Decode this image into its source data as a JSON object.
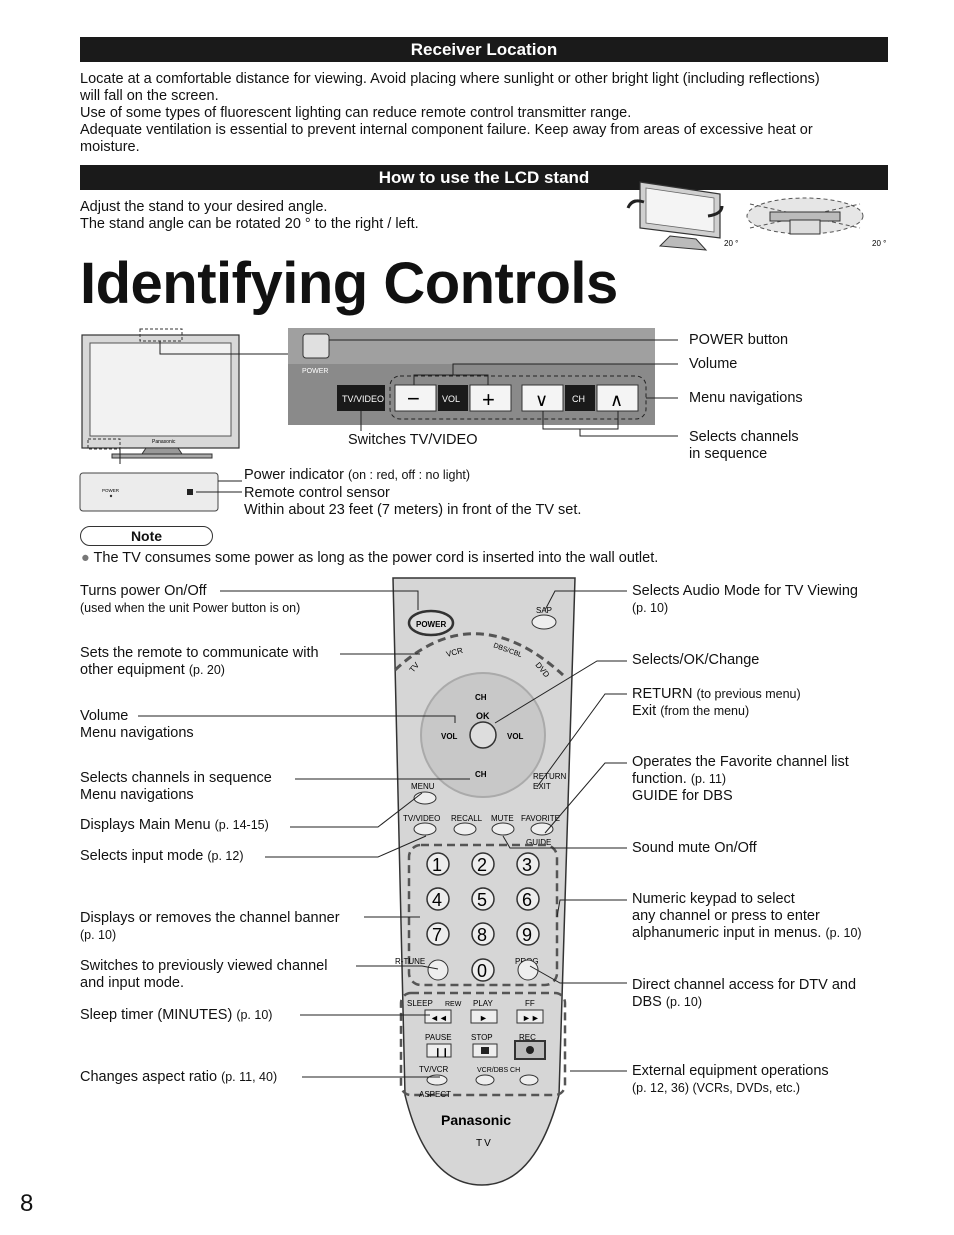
{
  "receiver": {
    "heading": "Receiver Location",
    "lines": [
      "Locate at a comfortable distance for viewing. Avoid placing where sunlight or other bright light (including reflections)",
      "will fall on the screen.",
      "Use of some types of fluorescent lighting can reduce remote control transmitter range.",
      "Adequate ventilation is essential to prevent internal component failure. Keep away from areas of excessive heat or",
      "moisture."
    ]
  },
  "stand": {
    "heading": "How to use the LCD stand",
    "line1": "Adjust the stand to your desired angle.",
    "line2": "The stand angle can be rotated 20 ° to the right / left.",
    "angle_left": "20 °",
    "angle_right": "20 °"
  },
  "page_title": "Identifying Controls",
  "panel": {
    "power_label": "POWER",
    "tvvideo_label": "TV/VIDEO",
    "vol_label": "VOL",
    "ch_label": "CH",
    "power_button": "POWER button",
    "volume": "Volume",
    "menu_nav": "Menu navigations",
    "switches_tvvideo": "Switches TV/VIDEO",
    "selects_channels_1": "Selects channels",
    "selects_channels_2": "in sequence",
    "power_indicator": "Power indicator",
    "power_indicator_note": "(on : red, off : no light)",
    "remote_sensor": "Remote control sensor",
    "remote_sensor_note": "Within about 23 feet (7 meters) in front of the TV set.",
    "front_power_label": "POWER",
    "tv_brand": "Panasonic"
  },
  "note": {
    "label": "Note",
    "text": "The TV consumes some power as long as the power cord is inserted into the wall outlet."
  },
  "remote_labels": {
    "power_1": "Turns power On/Off",
    "power_2": "(used when the unit Power button is on)",
    "sets_1": "Sets the remote to communicate with",
    "sets_2": "other equipment",
    "sets_ref": "(p. 20)",
    "volume_1": "Volume",
    "volume_2": "Menu navigations",
    "channels_1": "Selects channels in sequence",
    "channels_2": "Menu navigations",
    "menu_1": "Displays Main Menu",
    "menu_ref": "(p. 14-15)",
    "input_1": "Selects input mode",
    "input_ref": "(p. 12)",
    "banner_1": "Displays or removes the channel banner",
    "banner_ref": "(p. 10)",
    "previous_1": "Switches to previously viewed channel",
    "previous_2": "and input mode.",
    "sleep_1": "Sleep timer (MINUTES)",
    "sleep_ref": "(p. 10)",
    "aspect_1": "Changes aspect ratio",
    "aspect_ref": "(p. 11, 40)",
    "audio_1": "Selects Audio Mode for TV Viewing",
    "audio_ref": "(p. 10)",
    "ok_1": "Selects/OK/Change",
    "return_1": "RETURN",
    "return_note": "(to previous menu)",
    "exit_1": "Exit",
    "exit_note": "(from the menu)",
    "fav_1": "Operates the Favorite channel list",
    "fav_2": "function.",
    "fav_ref": "(p. 11)",
    "fav_3": "GUIDE for DBS",
    "mute_1": "Sound mute On/Off",
    "numeric_1": "Numeric keypad to select",
    "numeric_2": "any channel or press to enter",
    "numeric_3": "alphanumeric input in menus.",
    "numeric_ref": "(p. 10)",
    "direct_1": "Direct channel access for DTV and",
    "direct_2": "DBS",
    "direct_ref": "(p. 10)",
    "external_1": "External equipment operations",
    "external_2": "(p. 12, 36) (VCRs, DVDs, etc.)"
  },
  "remote": {
    "power": "POWER",
    "sap": "SAP",
    "tv": "TV",
    "vcr": "VCR",
    "dbs": "DBS/CBL",
    "dvd": "DVD",
    "ch": "CH",
    "ok": "OK",
    "vol": "VOL",
    "menu": "MENU",
    "return_exit_1": "RETURN",
    "return_exit_2": "EXIT",
    "tvvideo": "TV/VIDEO",
    "recall": "RECALL",
    "mute": "MUTE",
    "favorite": "FAVORITE",
    "guide": "GUIDE",
    "keys": [
      "1",
      "2",
      "3",
      "4",
      "5",
      "6",
      "7",
      "8",
      "9",
      "0"
    ],
    "rtune": "R-TUNE",
    "prog": "PROG",
    "sleep": "SLEEP",
    "rew": "REW",
    "play": "PLAY",
    "ff": "FF",
    "pause": "PAUSE",
    "stop": "STOP",
    "rec": "REC",
    "tvvcr": "TV/VCR",
    "vcrdbs_ch": "VCR/DBS CH",
    "aspect": "ASPECT",
    "brand": "Panasonic",
    "model": "TV"
  },
  "page_number": "8",
  "colors": {
    "bar": "#1a1a1a",
    "panel": "#8a8a8a",
    "remote": "#d6d6d6"
  }
}
